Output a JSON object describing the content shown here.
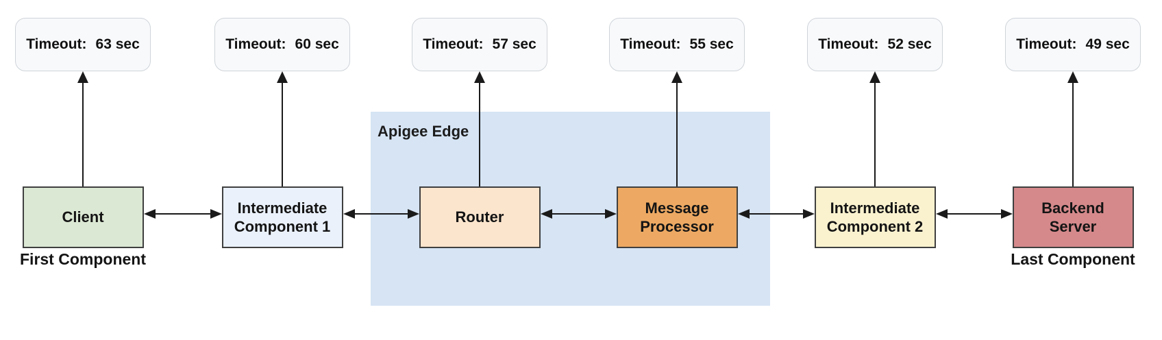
{
  "diagram": {
    "background": "#ffffff",
    "arrow_color": "#1a1a1a",
    "box_border_color": "#3f3f3f",
    "timeout_label": "Timeout:",
    "timeout_box_style": {
      "fill": "#f8f9fb",
      "border": "#cfd4d9"
    },
    "apigee_panel": {
      "label": "Apigee Edge",
      "fill": "#d6e4f4",
      "text_color": "#1c1c1c"
    },
    "components": [
      {
        "name": "Client",
        "timeout_value": "63 sec",
        "fill": "#dbe8d3",
        "caption": "First Component",
        "inside_apigee": false
      },
      {
        "name": "Intermediate Component 1",
        "timeout_value": "60 sec",
        "fill": "#eaf1fb",
        "caption": "",
        "inside_apigee": false
      },
      {
        "name": "Router",
        "timeout_value": "57 sec",
        "fill": "#fce5cd",
        "caption": "",
        "inside_apigee": true
      },
      {
        "name": "Message Processor",
        "timeout_value": "55 sec",
        "fill": "#eda963",
        "caption": "",
        "inside_apigee": true
      },
      {
        "name": "Intermediate Component 2",
        "timeout_value": "52 sec",
        "fill": "#faf2cf",
        "caption": "",
        "inside_apigee": false
      },
      {
        "name": "Backend Server",
        "timeout_value": "49 sec",
        "fill": "#d5898b",
        "caption": "Last Component",
        "inside_apigee": false
      }
    ]
  }
}
